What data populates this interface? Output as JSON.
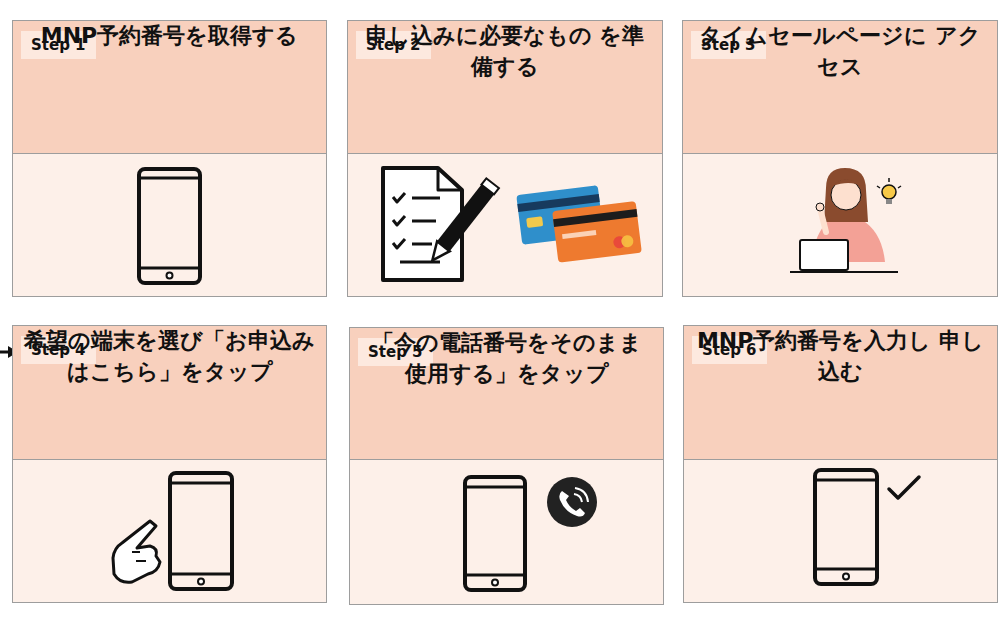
{
  "diagram": {
    "nodes": [
      {
        "text": [
          "Step 1",
          "MNP予約番号を取得する"
        ]
      },
      {
        "text": [
          "Step 2",
          "申し込みに必要なもの を準備する"
        ]
      },
      {
        "text": [
          "Step 3",
          "タイムセールページに アクセス"
        ]
      },
      {
        "text": [
          "Step 4",
          "希望の端末を選び「お申込み はこちら」をタップ"
        ]
      },
      {
        "text": [
          "Step 5",
          "「今の電話番号をそのまま 使用する」をタップ"
        ]
      },
      {
        "text": [
          "Step 6",
          "MNP予約番号を入力し 申し込む"
        ]
      }
    ],
    "edges": [
      {
        "from": 0,
        "to": 1,
        "arrow": "to"
      },
      {
        "from": 1,
        "to": 2,
        "arrow": "to"
      },
      {
        "from": 3,
        "to": 4,
        "arrow": "to"
      },
      {
        "from": 4,
        "to": 5,
        "arrow": "to"
      }
    ]
  }
}
